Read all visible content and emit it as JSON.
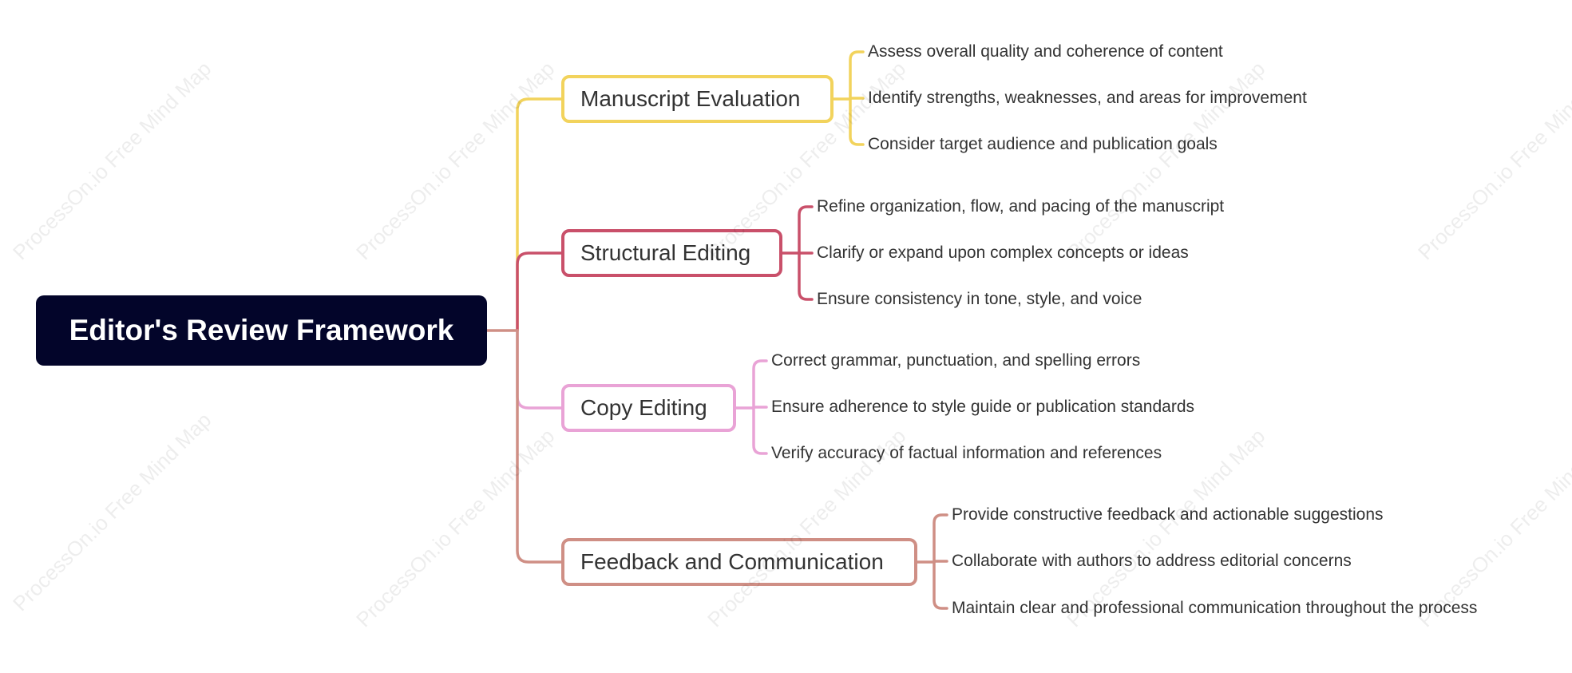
{
  "watermark_text": "ProcessOn.io Free Mind Map",
  "root": {
    "label": "Editor's Review Framework"
  },
  "branches": [
    {
      "label": "Manuscript Evaluation",
      "color": "#f2d35c",
      "leaves": [
        "Assess overall quality and coherence of content",
        "Identify strengths, weaknesses, and areas for improvement",
        "Consider target audience and publication goals"
      ]
    },
    {
      "label": "Structural Editing",
      "color": "#c9506a",
      "leaves": [
        "Refine organization, flow, and pacing of the manuscript",
        "Clarify or expand upon complex concepts or ideas",
        "Ensure consistency in tone, style, and voice"
      ]
    },
    {
      "label": "Copy Editing",
      "color": "#e9a3d6",
      "leaves": [
        "Correct grammar, punctuation, and spelling errors",
        "Ensure adherence to style guide or publication standards",
        "Verify accuracy of factual information and references"
      ]
    },
    {
      "label": "Feedback and Communication",
      "color": "#cf8f85",
      "leaves": [
        "Provide constructive feedback and actionable suggestions",
        "Collaborate with authors to address editorial concerns",
        "Maintain clear and professional communication throughout the process"
      ]
    }
  ]
}
